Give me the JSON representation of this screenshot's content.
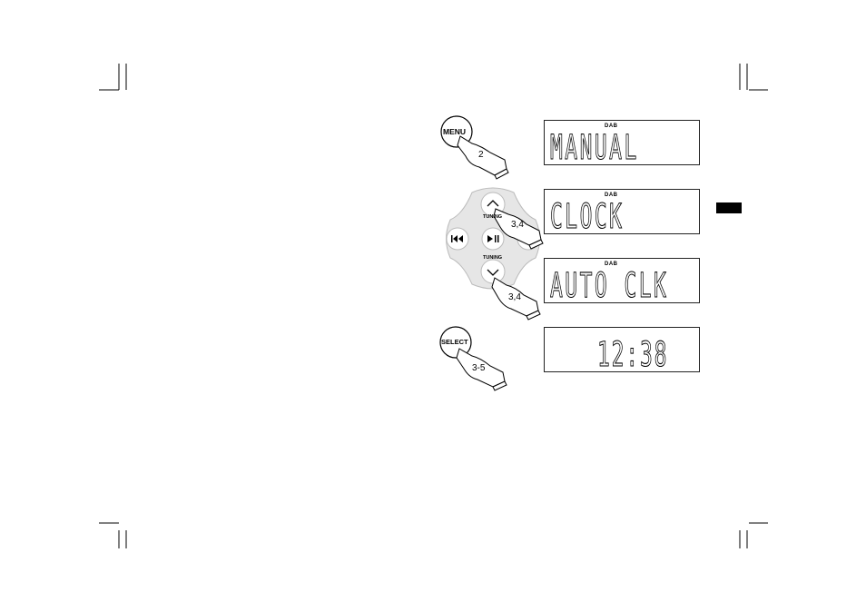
{
  "buttons": {
    "menu": "MENU",
    "select": "SELECT",
    "tuning_up": "TUNING",
    "tuning_down": "TUNING"
  },
  "steps": {
    "menu": "2",
    "tuning_up": "3,4",
    "tuning_down": "3,4",
    "select": "3-5"
  },
  "displays": [
    {
      "indicator": "DAB",
      "text": "MANUAL"
    },
    {
      "indicator": "DAB",
      "text": "CLOCK"
    },
    {
      "indicator": "DAB",
      "text": "AUTO CLK"
    },
    {
      "indicator": "",
      "text": "12:38"
    }
  ],
  "icons": {
    "prev": "skip-back-icon",
    "play_pause": "play-pause-icon",
    "next": "skip-forward-icon",
    "up": "chevron-up-icon",
    "down": "chevron-down-icon",
    "hand": "pointing-hand-icon"
  },
  "colors": {
    "ink": "#000000",
    "pad": "#e6e6e6",
    "tab": "#000000"
  }
}
